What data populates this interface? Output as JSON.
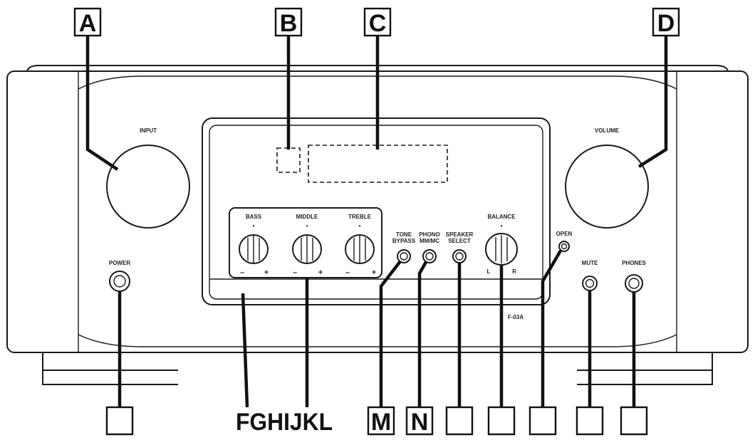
{
  "callouts": {
    "a": "A",
    "b": "B",
    "c": "C",
    "d": "D",
    "fghijkl": "FGHIJKL",
    "m": "M",
    "n": "N"
  },
  "panel_labels": {
    "input": "INPUT",
    "volume": "VOLUME",
    "power": "POWER",
    "bass": "BASS",
    "middle": "MIDDLE",
    "treble": "TREBLE",
    "tone_bypass_1": "TONE",
    "tone_bypass_2": "BYPASS",
    "phono_1": "PHONO",
    "phono_2": "MM/MC",
    "speaker_select_1": "SPEAKER",
    "speaker_select_2": "SELECT",
    "balance": "BALANCE",
    "balance_left": "L",
    "balance_right": "R",
    "open": "OPEN",
    "mute": "MUTE",
    "phones": "PHONES",
    "model": "F-03A",
    "plus": "+",
    "minus": "–",
    "center_mark": "•"
  }
}
